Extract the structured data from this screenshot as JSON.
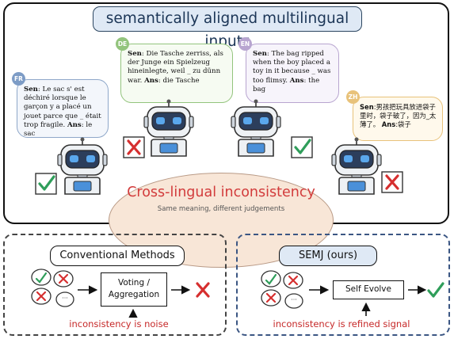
{
  "header": {
    "title": "semantically aligned multilingual inputs"
  },
  "bubbles": {
    "fr": {
      "badge": "FR",
      "sen_label": "Sen",
      "text": ": Le sac s' est déchiré lorsque le garçon y a placé un jouet parce que _ était trop fragile.",
      "ans_label": "Ans",
      "answer": ": le sac"
    },
    "de": {
      "badge": "DE",
      "sen_label": "Sen",
      "text": ": Die Tasche zerriss, als der Junge ein Spielzeug hineinlegte, weil _ zu dünn war.",
      "ans_label": "Ans",
      "answer": ": die Tasche"
    },
    "en": {
      "badge": "EN",
      "sen_label": "Sen",
      "text": ": The bag ripped when the boy placed a toy in it because _ was too flimsy.",
      "ans_label": "Ans",
      "answer": ": the bag"
    },
    "zh": {
      "badge": "ZH",
      "sen_label": "Sen",
      "text": ":男孩把玩具放进袋子里时，袋子破了，因为_太薄了。",
      "ans_label": "Ans",
      "answer": ":袋子"
    }
  },
  "center": {
    "title": "Cross-lingual inconsistency",
    "subtitle": "Same meaning, different judgements"
  },
  "conventional": {
    "title": "Conventional Methods",
    "box": [
      "Voting /",
      "Aggregation"
    ],
    "caption": "inconsistency is noise",
    "ellipsis": "···"
  },
  "semj": {
    "title": "SEMJ (ours)",
    "box": "Self Evolve",
    "caption": "inconsistency is refined signal",
    "ellipsis": "···"
  },
  "colors": {
    "check": "#2f9e5a",
    "cross": "#d62f2f",
    "accent_red": "#c62828",
    "robot_screen": "#2c3e5c",
    "robot_eye": "#4a90d9"
  }
}
